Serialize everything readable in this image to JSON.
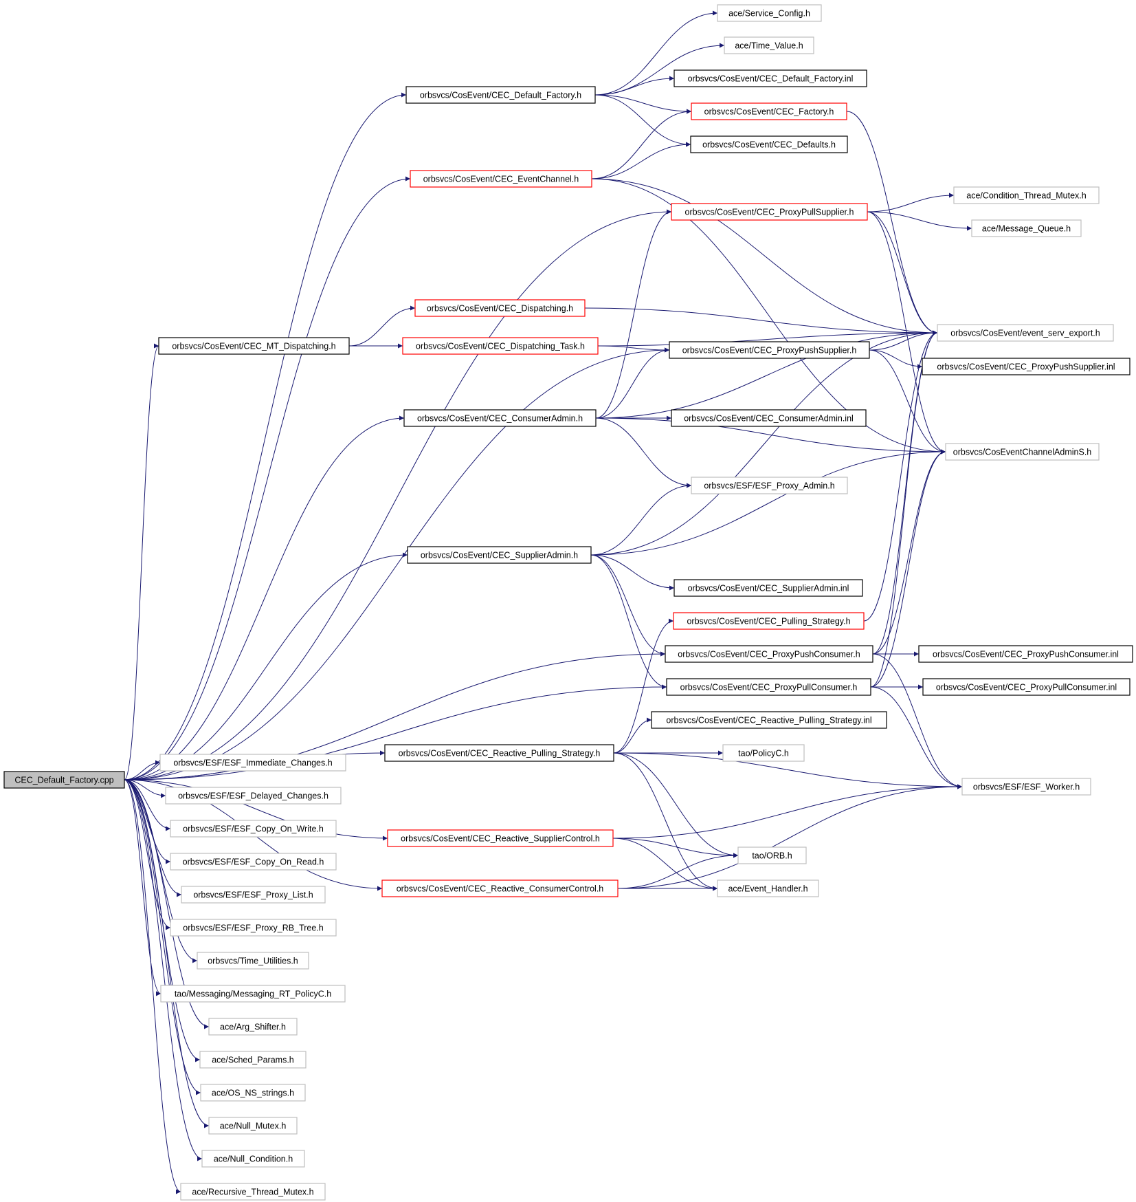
{
  "graph": {
    "root": "CEC_Default_Factory.cpp",
    "colors": {
      "edge": "#191970",
      "root_fill": "#bfbfbf",
      "border_documented": "#000000",
      "border_undocumented": "#bfbfbf",
      "border_truncated": "#ff0000"
    },
    "nodes": [
      {
        "id": "root",
        "label": "CEC_Default_Factory.cpp",
        "style": "root"
      },
      {
        "id": "def_factory_h",
        "label": "orbsvcs/CosEvent/CEC_Default_Factory.h",
        "style": "documented"
      },
      {
        "id": "service_config",
        "label": "ace/Service_Config.h",
        "style": "undocumented"
      },
      {
        "id": "time_value",
        "label": "ace/Time_Value.h",
        "style": "undocumented"
      },
      {
        "id": "def_factory_inl",
        "label": "orbsvcs/CosEvent/CEC_Default_Factory.inl",
        "style": "documented"
      },
      {
        "id": "factory_h",
        "label": "orbsvcs/CosEvent/CEC_Factory.h",
        "style": "truncated"
      },
      {
        "id": "defaults_h",
        "label": "orbsvcs/CosEvent/CEC_Defaults.h",
        "style": "documented"
      },
      {
        "id": "eventchannel_h",
        "label": "orbsvcs/CosEvent/CEC_EventChannel.h",
        "style": "truncated"
      },
      {
        "id": "proxypullsupplier_h",
        "label": "orbsvcs/CosEvent/CEC_ProxyPullSupplier.h",
        "style": "truncated"
      },
      {
        "id": "cond_thread_mutex",
        "label": "ace/Condition_Thread_Mutex.h",
        "style": "undocumented"
      },
      {
        "id": "message_queue",
        "label": "ace/Message_Queue.h",
        "style": "undocumented"
      },
      {
        "id": "dispatching_h",
        "label": "orbsvcs/CosEvent/CEC_Dispatching.h",
        "style": "truncated"
      },
      {
        "id": "mt_dispatching_h",
        "label": "orbsvcs/CosEvent/CEC_MT_Dispatching.h",
        "style": "documented"
      },
      {
        "id": "dispatching_task_h",
        "label": "orbsvcs/CosEvent/CEC_Dispatching_Task.h",
        "style": "truncated"
      },
      {
        "id": "event_serv_export",
        "label": "orbsvcs/CosEvent/event_serv_export.h",
        "style": "undocumented"
      },
      {
        "id": "proxypushsupplier_h",
        "label": "orbsvcs/CosEvent/CEC_ProxyPushSupplier.h",
        "style": "documented"
      },
      {
        "id": "proxypushsupplier_inl",
        "label": "orbsvcs/CosEvent/CEC_ProxyPushSupplier.inl",
        "style": "documented"
      },
      {
        "id": "consumeradmin_h",
        "label": "orbsvcs/CosEvent/CEC_ConsumerAdmin.h",
        "style": "documented"
      },
      {
        "id": "consumeradmin_inl",
        "label": "orbsvcs/CosEvent/CEC_ConsumerAdmin.inl",
        "style": "documented"
      },
      {
        "id": "cosevent_admin_s",
        "label": "orbsvcs/CosEventChannelAdminS.h",
        "style": "undocumented"
      },
      {
        "id": "esf_proxy_admin",
        "label": "orbsvcs/ESF/ESF_Proxy_Admin.h",
        "style": "undocumented"
      },
      {
        "id": "supplieradmin_h",
        "label": "orbsvcs/CosEvent/CEC_SupplierAdmin.h",
        "style": "documented"
      },
      {
        "id": "supplieradmin_inl",
        "label": "orbsvcs/CosEvent/CEC_SupplierAdmin.inl",
        "style": "documented"
      },
      {
        "id": "pulling_strategy_h",
        "label": "orbsvcs/CosEvent/CEC_Pulling_Strategy.h",
        "style": "truncated"
      },
      {
        "id": "proxypushconsumer_h",
        "label": "orbsvcs/CosEvent/CEC_ProxyPushConsumer.h",
        "style": "documented"
      },
      {
        "id": "proxypushconsumer_inl",
        "label": "orbsvcs/CosEvent/CEC_ProxyPushConsumer.inl",
        "style": "documented"
      },
      {
        "id": "proxypullconsumer_h",
        "label": "orbsvcs/CosEvent/CEC_ProxyPullConsumer.h",
        "style": "documented"
      },
      {
        "id": "proxypullconsumer_inl",
        "label": "orbsvcs/CosEvent/CEC_ProxyPullConsumer.inl",
        "style": "documented"
      },
      {
        "id": "reactive_pulling_inl",
        "label": "orbsvcs/CosEvent/CEC_Reactive_Pulling_Strategy.inl",
        "style": "documented"
      },
      {
        "id": "reactive_pulling_h",
        "label": "orbsvcs/CosEvent/CEC_Reactive_Pulling_Strategy.h",
        "style": "documented"
      },
      {
        "id": "policyc",
        "label": "tao/PolicyC.h",
        "style": "undocumented"
      },
      {
        "id": "esf_worker",
        "label": "orbsvcs/ESF/ESF_Worker.h",
        "style": "undocumented"
      },
      {
        "id": "reactive_supplierctl_h",
        "label": "orbsvcs/CosEvent/CEC_Reactive_SupplierControl.h",
        "style": "truncated"
      },
      {
        "id": "tao_orb",
        "label": "tao/ORB.h",
        "style": "undocumented"
      },
      {
        "id": "reactive_consumerctl_h",
        "label": "orbsvcs/CosEvent/CEC_Reactive_ConsumerControl.h",
        "style": "truncated"
      },
      {
        "id": "event_handler",
        "label": "ace/Event_Handler.h",
        "style": "undocumented"
      },
      {
        "id": "esf_immediate",
        "label": "orbsvcs/ESF/ESF_Immediate_Changes.h",
        "style": "undocumented"
      },
      {
        "id": "esf_delayed",
        "label": "orbsvcs/ESF/ESF_Delayed_Changes.h",
        "style": "undocumented"
      },
      {
        "id": "esf_copy_on_write",
        "label": "orbsvcs/ESF/ESF_Copy_On_Write.h",
        "style": "undocumented"
      },
      {
        "id": "esf_copy_on_read",
        "label": "orbsvcs/ESF/ESF_Copy_On_Read.h",
        "style": "undocumented"
      },
      {
        "id": "esf_proxy_list",
        "label": "orbsvcs/ESF/ESF_Proxy_List.h",
        "style": "undocumented"
      },
      {
        "id": "esf_proxy_rb_tree",
        "label": "orbsvcs/ESF/ESF_Proxy_RB_Tree.h",
        "style": "undocumented"
      },
      {
        "id": "time_utilities",
        "label": "orbsvcs/Time_Utilities.h",
        "style": "undocumented"
      },
      {
        "id": "messaging_rt_policyc",
        "label": "tao/Messaging/Messaging_RT_PolicyC.h",
        "style": "undocumented"
      },
      {
        "id": "arg_shifter",
        "label": "ace/Arg_Shifter.h",
        "style": "undocumented"
      },
      {
        "id": "sched_params",
        "label": "ace/Sched_Params.h",
        "style": "undocumented"
      },
      {
        "id": "os_ns_strings",
        "label": "ace/OS_NS_strings.h",
        "style": "undocumented"
      },
      {
        "id": "null_mutex",
        "label": "ace/Null_Mutex.h",
        "style": "undocumented"
      },
      {
        "id": "null_condition",
        "label": "ace/Null_Condition.h",
        "style": "undocumented"
      },
      {
        "id": "recursive_thread_mutex",
        "label": "ace/Recursive_Thread_Mutex.h",
        "style": "undocumented"
      }
    ],
    "edges": [
      [
        "root",
        "def_factory_h"
      ],
      [
        "root",
        "eventchannel_h"
      ],
      [
        "root",
        "proxypullsupplier_h"
      ],
      [
        "root",
        "mt_dispatching_h"
      ],
      [
        "root",
        "proxypushsupplier_h"
      ],
      [
        "root",
        "consumeradmin_h"
      ],
      [
        "root",
        "supplieradmin_h"
      ],
      [
        "root",
        "proxypushconsumer_h"
      ],
      [
        "root",
        "proxypullconsumer_h"
      ],
      [
        "root",
        "reactive_pulling_h"
      ],
      [
        "root",
        "reactive_supplierctl_h"
      ],
      [
        "root",
        "reactive_consumerctl_h"
      ],
      [
        "root",
        "esf_immediate"
      ],
      [
        "root",
        "esf_delayed"
      ],
      [
        "root",
        "esf_copy_on_write"
      ],
      [
        "root",
        "esf_copy_on_read"
      ],
      [
        "root",
        "esf_proxy_list"
      ],
      [
        "root",
        "esf_proxy_rb_tree"
      ],
      [
        "root",
        "time_utilities"
      ],
      [
        "root",
        "messaging_rt_policyc"
      ],
      [
        "root",
        "arg_shifter"
      ],
      [
        "root",
        "sched_params"
      ],
      [
        "root",
        "os_ns_strings"
      ],
      [
        "root",
        "null_mutex"
      ],
      [
        "root",
        "null_condition"
      ],
      [
        "root",
        "recursive_thread_mutex"
      ],
      [
        "def_factory_h",
        "service_config"
      ],
      [
        "def_factory_h",
        "time_value"
      ],
      [
        "def_factory_h",
        "def_factory_inl"
      ],
      [
        "def_factory_h",
        "factory_h"
      ],
      [
        "def_factory_h",
        "defaults_h"
      ],
      [
        "factory_h",
        "event_serv_export"
      ],
      [
        "eventchannel_h",
        "factory_h"
      ],
      [
        "eventchannel_h",
        "defaults_h"
      ],
      [
        "eventchannel_h",
        "event_serv_export"
      ],
      [
        "eventchannel_h",
        "cosevent_admin_s"
      ],
      [
        "proxypullsupplier_h",
        "cond_thread_mutex"
      ],
      [
        "proxypullsupplier_h",
        "message_queue"
      ],
      [
        "proxypullsupplier_h",
        "event_serv_export"
      ],
      [
        "proxypullsupplier_h",
        "cosevent_admin_s"
      ],
      [
        "mt_dispatching_h",
        "dispatching_h"
      ],
      [
        "mt_dispatching_h",
        "dispatching_task_h"
      ],
      [
        "dispatching_h",
        "event_serv_export"
      ],
      [
        "dispatching_task_h",
        "event_serv_export"
      ],
      [
        "dispatching_task_h",
        "proxypushsupplier_h"
      ],
      [
        "proxypushsupplier_h",
        "event_serv_export"
      ],
      [
        "proxypushsupplier_h",
        "proxypushsupplier_inl"
      ],
      [
        "proxypushsupplier_h",
        "cosevent_admin_s"
      ],
      [
        "consumeradmin_h",
        "proxypullsupplier_h"
      ],
      [
        "consumeradmin_h",
        "proxypushsupplier_h"
      ],
      [
        "consumeradmin_h",
        "event_serv_export"
      ],
      [
        "consumeradmin_h",
        "consumeradmin_inl"
      ],
      [
        "consumeradmin_h",
        "cosevent_admin_s"
      ],
      [
        "consumeradmin_h",
        "esf_proxy_admin"
      ],
      [
        "supplieradmin_h",
        "esf_proxy_admin"
      ],
      [
        "supplieradmin_h",
        "event_serv_export"
      ],
      [
        "supplieradmin_h",
        "cosevent_admin_s"
      ],
      [
        "supplieradmin_h",
        "supplieradmin_inl"
      ],
      [
        "supplieradmin_h",
        "proxypushconsumer_h"
      ],
      [
        "supplieradmin_h",
        "proxypullconsumer_h"
      ],
      [
        "pulling_strategy_h",
        "event_serv_export"
      ],
      [
        "proxypushconsumer_h",
        "event_serv_export"
      ],
      [
        "proxypushconsumer_h",
        "cosevent_admin_s"
      ],
      [
        "proxypushconsumer_h",
        "proxypushconsumer_inl"
      ],
      [
        "proxypushconsumer_h",
        "esf_worker"
      ],
      [
        "proxypullconsumer_h",
        "event_serv_export"
      ],
      [
        "proxypullconsumer_h",
        "cosevent_admin_s"
      ],
      [
        "proxypullconsumer_h",
        "proxypullconsumer_inl"
      ],
      [
        "proxypullconsumer_h",
        "esf_worker"
      ],
      [
        "reactive_pulling_h",
        "reactive_pulling_inl"
      ],
      [
        "reactive_pulling_h",
        "policyc"
      ],
      [
        "reactive_pulling_h",
        "esf_worker"
      ],
      [
        "reactive_pulling_h",
        "pulling_strategy_h"
      ],
      [
        "reactive_pulling_h",
        "tao_orb"
      ],
      [
        "reactive_pulling_h",
        "event_handler"
      ],
      [
        "reactive_supplierctl_h",
        "esf_worker"
      ],
      [
        "reactive_supplierctl_h",
        "tao_orb"
      ],
      [
        "reactive_supplierctl_h",
        "event_handler"
      ],
      [
        "reactive_consumerctl_h",
        "tao_orb"
      ],
      [
        "reactive_consumerctl_h",
        "event_handler"
      ],
      [
        "reactive_consumerctl_h",
        "esf_worker"
      ]
    ]
  }
}
